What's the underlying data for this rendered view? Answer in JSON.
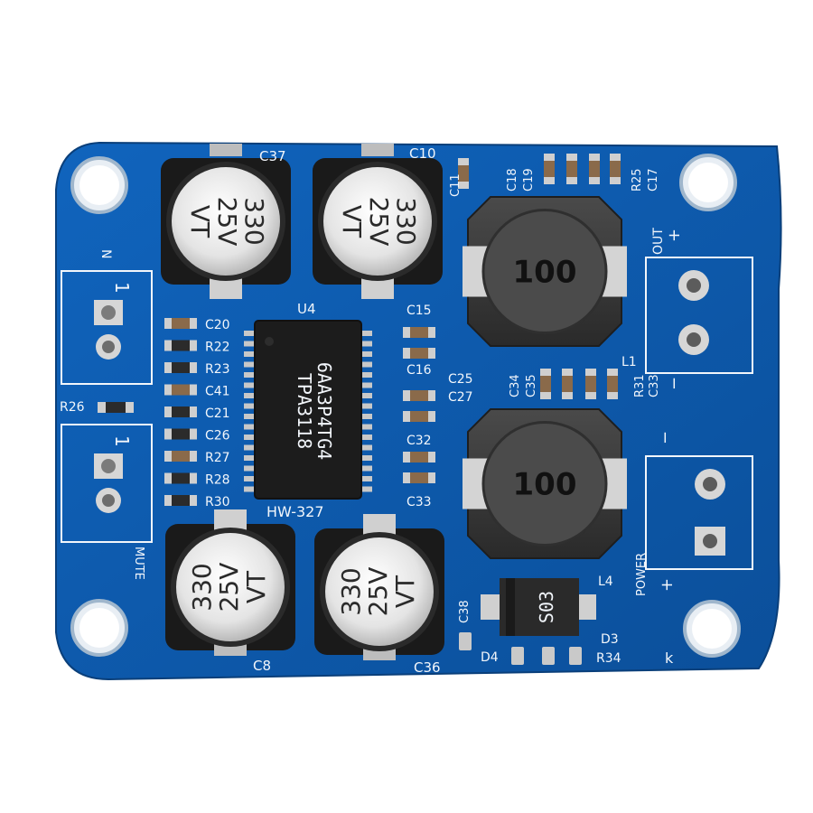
{
  "board": {
    "model": "HW-327",
    "colors": {
      "pcb": "#0d57a8",
      "pcb_dark": "#0a4586",
      "silkscreen": "#f2f6fb",
      "pad": "#c9c9c9",
      "chip": "#1c1c1c",
      "inductor": "#3a3a3a"
    },
    "capacitors": [
      {
        "ref": "C37",
        "value": "330",
        "voltage": "25V",
        "type": "VT"
      },
      {
        "ref": "C10",
        "value": "330",
        "voltage": "25V",
        "type": "VT"
      },
      {
        "ref": "C8",
        "value": "330",
        "voltage": "25V",
        "type": "VT"
      },
      {
        "ref": "C36",
        "value": "330",
        "voltage": "25V",
        "type": "VT"
      }
    ],
    "inductors": [
      {
        "ref": "L1",
        "value": "100"
      },
      {
        "ref": "L4",
        "value": "100"
      }
    ],
    "chip": {
      "ref": "U4",
      "line1": "6AA3P4TG4",
      "line2": "TPA3118"
    },
    "diode": {
      "ref": "D3",
      "marking": "S03"
    },
    "left_labels": [
      "C20",
      "R22",
      "R23",
      "C41",
      "C21",
      "C26",
      "R27",
      "R28",
      "R30"
    ],
    "right_labels": [
      "C15",
      "C16",
      "C32",
      "C33"
    ],
    "mid_labels": [
      "C25",
      "C27"
    ],
    "top_labels": [
      "C18",
      "C19",
      "R25",
      "C17"
    ],
    "misc_labels": {
      "c11": "C11",
      "c34": "C34",
      "c35": "C35",
      "r31": "R31",
      "c33b": "C33",
      "c38": "C38",
      "d4": "D4",
      "r34": "R34",
      "k": "k",
      "r26": "R26",
      "n": "N",
      "one_a": "1",
      "one_b": "1",
      "mute": "MUTE"
    },
    "terminals": {
      "out_label": "OUT",
      "out_plus": "+",
      "out_minus": "−",
      "power_label": "POWER",
      "power_minus": "−",
      "power_plus": "+"
    }
  }
}
